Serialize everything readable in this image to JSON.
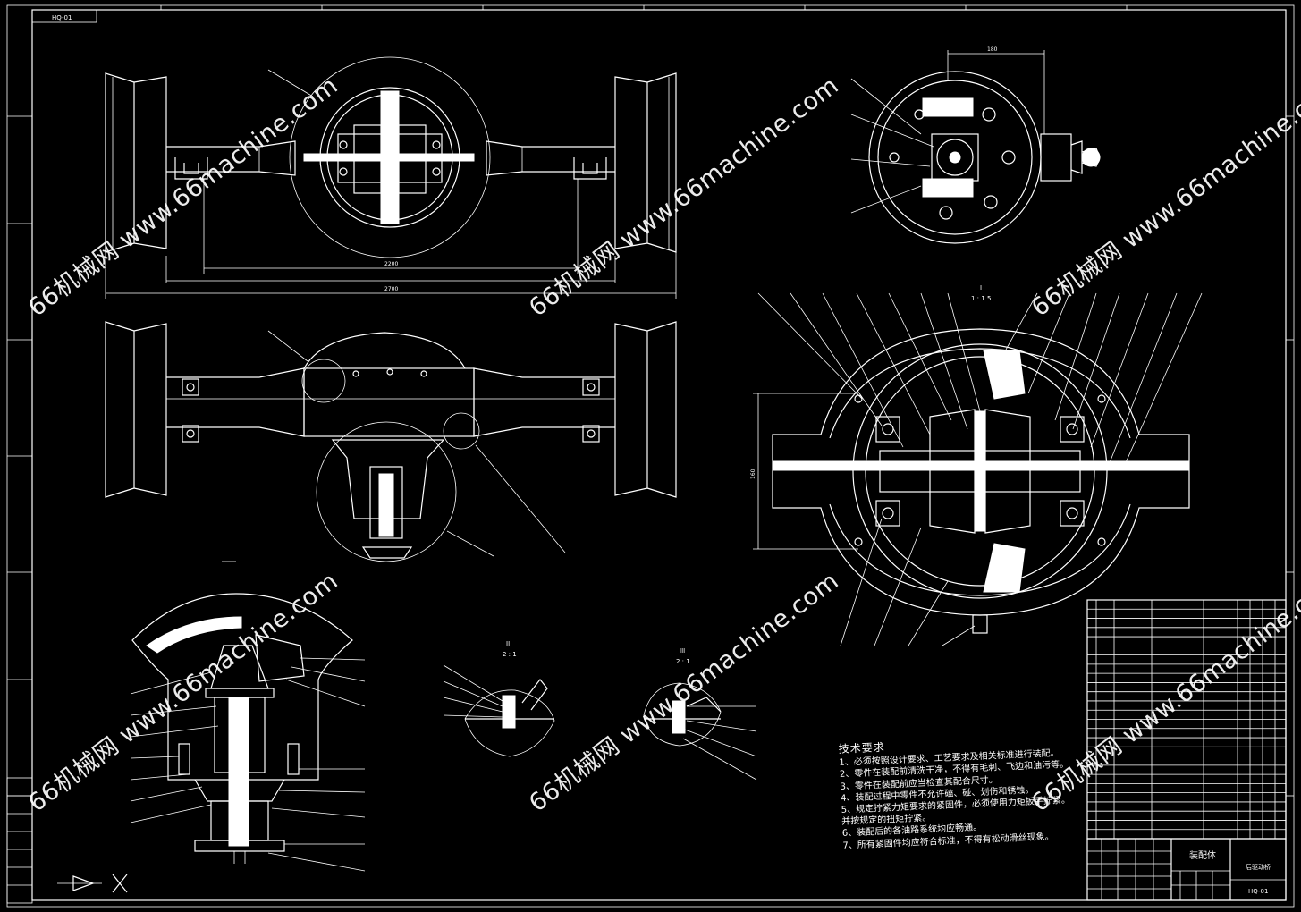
{
  "drawing": {
    "code_top": "HQ-01",
    "scale_section_main": "1 : 1.5",
    "section_label_main": "I",
    "detail_label_left": "II",
    "detail_label_right": "III",
    "detail_scale_left": "2 : 1",
    "detail_scale_right": "2 : 1",
    "dim_track": "2200",
    "dim_overall": "2700",
    "dim_side_height": "160",
    "dim_top_width": "180"
  },
  "tech_requirements": {
    "heading": "技术要求",
    "lines": [
      "1、必须按照设计要求、工艺要求及相关标准进行装配。",
      "2、零件在装配前清洗干净，不得有毛刺、飞边和油污等。",
      "3、零件在装配前应当检查其配合尺寸。",
      "4、装配过程中零件不允许磕、碰、划伤和锈蚀。",
      "5、规定拧紧力矩要求的紧固件，必须使用力矩扳手拧紧。",
      "并按规定的扭矩拧紧。",
      "6、装配后的各油路系统均应畅通。",
      "7、所有紧固件均应符合标准，不得有松动滑丝现象。"
    ]
  },
  "title_block": {
    "name": "装配体",
    "subtitle": "后驱动桥",
    "drawing_no": "HQ-01"
  },
  "watermark": {
    "text": "66机械网 www.66machine.com"
  },
  "colors": {
    "background": "#000000",
    "line": "#ffffff"
  }
}
